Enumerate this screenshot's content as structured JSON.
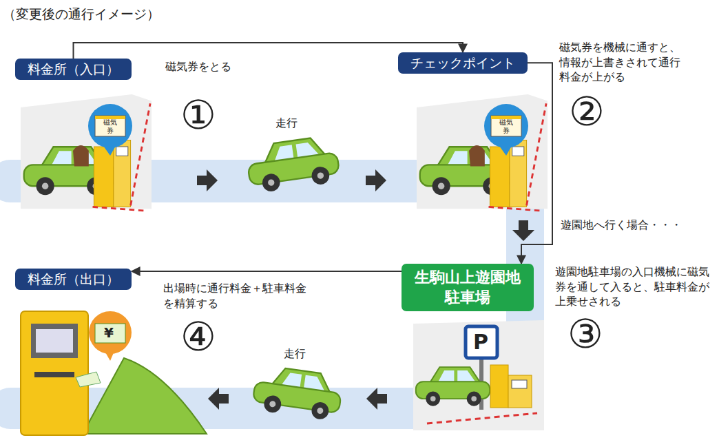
{
  "diagram": {
    "title": "（変更後の通行イメージ）",
    "nodes": [
      {
        "text": [
          "料金所（入口）"
        ]
      },
      {
        "text": [
          "チェックポイント"
        ]
      },
      {
        "text": [
          "生駒山上遊園地 駐車場"
        ]
      },
      {
        "text": [
          "料金所（出口）"
        ]
      }
    ],
    "edges": [
      {
        "from": 0,
        "to": 1,
        "arrow": "to"
      },
      {
        "from": 1,
        "to": 2,
        "arrow": "to",
        "label": "遊園地へ行く場合・・・"
      },
      {
        "from": 2,
        "to": 3,
        "arrow": "to"
      }
    ],
    "labels": [
      "磁気券をとる",
      "①",
      "走行",
      "磁気券を機械に通すと、情報が上書きされて通行料金が上がる",
      "②",
      "遊園地駐車場の入口機械に磁気券を通して入ると、駐車料金が上乗せされる",
      "③",
      "出場時に通行料金＋駐車料金を精算する",
      "④",
      "走行",
      "磁気券",
      "磁気券",
      "P",
      "¥"
    ]
  }
}
